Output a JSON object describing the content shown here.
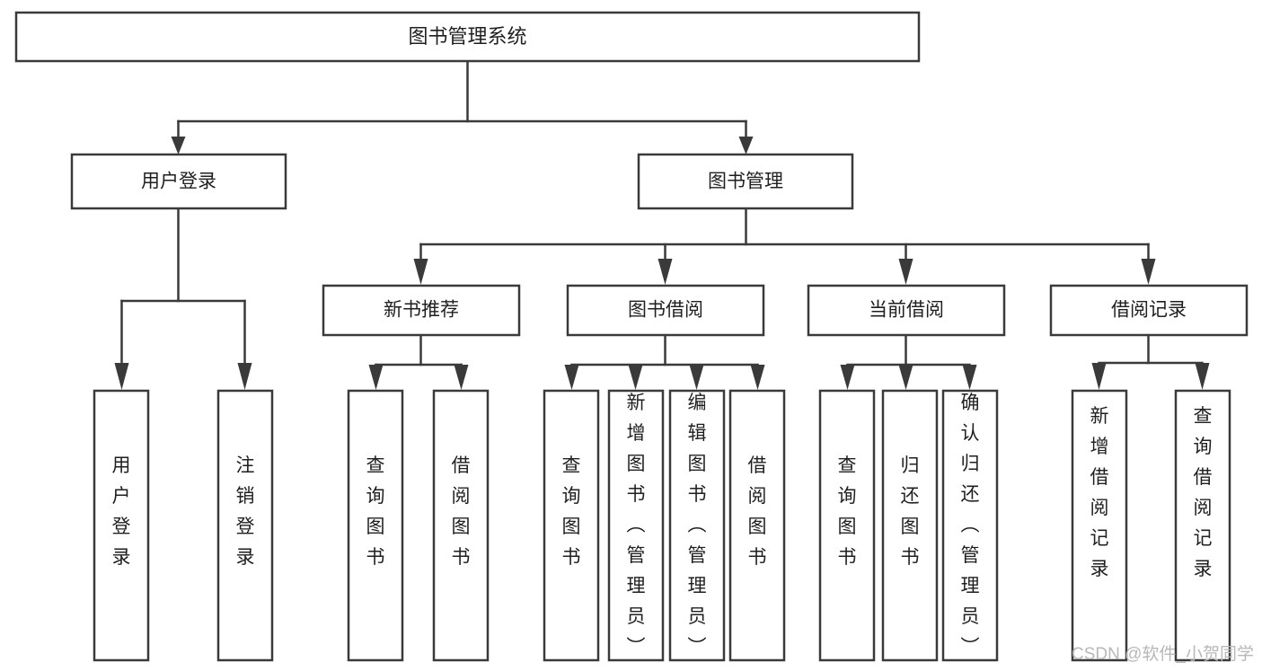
{
  "diagram": {
    "type": "tree-hierarchy-chart",
    "title": "图书管理系统",
    "colors": {
      "box_fill": "#ffffff",
      "box_stroke": "#3a3a3a",
      "connector": "#3a3a3a",
      "text": "#1f1f1f",
      "watermark": "#b8b8b8",
      "background": "#ffffff"
    },
    "root": {
      "label": "图书管理系统"
    },
    "level2": [
      {
        "label": "用户登录"
      },
      {
        "label": "图书管理"
      }
    ],
    "level3": [
      {
        "label": "新书推荐"
      },
      {
        "label": "图书借阅"
      },
      {
        "label": "当前借阅"
      },
      {
        "label": "借阅记录"
      }
    ],
    "leaves": {
      "user_login": [
        {
          "label": "用户登录"
        },
        {
          "label": "注销登录"
        }
      ],
      "new_book_recommend": [
        {
          "label": "查询图书"
        },
        {
          "label": "借阅图书"
        }
      ],
      "book_borrow": [
        {
          "label": "查询图书"
        },
        {
          "label": "新增图书（管理员）"
        },
        {
          "label": "编辑图书（管理员）"
        },
        {
          "label": "借阅图书"
        }
      ],
      "current_borrow": [
        {
          "label": "查询图书"
        },
        {
          "label": "归还图书"
        },
        {
          "label": "确认归还（管理员）"
        }
      ],
      "borrow_record": [
        {
          "label": "新增借阅记录"
        },
        {
          "label": "查询借阅记录"
        }
      ]
    }
  },
  "watermark": {
    "text": "CSDN @软件_小贺同学"
  }
}
